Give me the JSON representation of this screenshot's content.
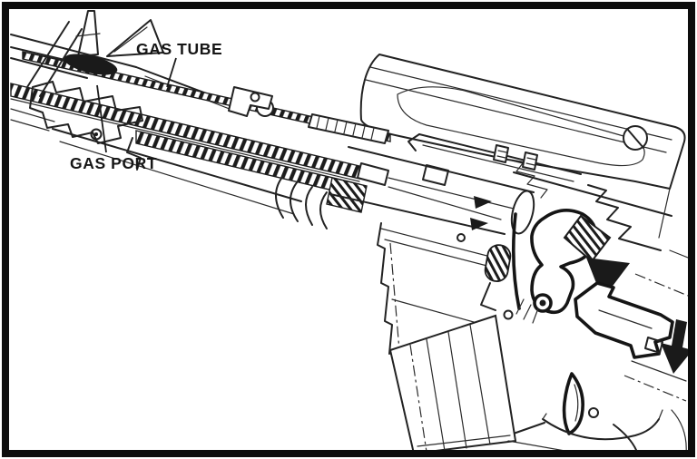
{
  "diagram": {
    "labels": {
      "gas_tube": "GAS TUBE",
      "gas_port": "GAS PORT"
    },
    "icons": {
      "hammer_rotation_arrow": "curved-hatched-arrow-down-right",
      "carrier_motion_arrows": "small-solid-right-arrows",
      "recoil_down_arrow": "bold-down-arrow"
    },
    "colors": {
      "ink": "#1c1c1c",
      "background": "#ffffff",
      "frame_border": "#0d0d0d"
    }
  }
}
